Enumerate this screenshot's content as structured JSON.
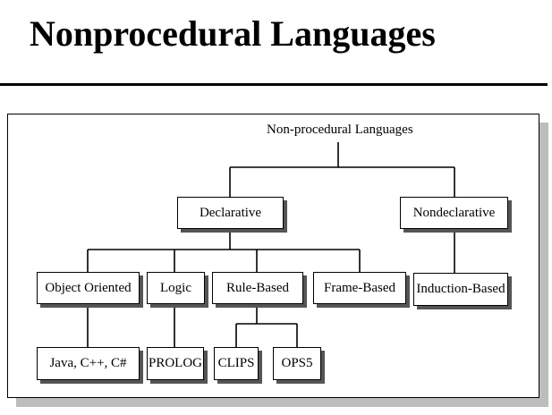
{
  "title": "Nonprocedural Languages",
  "diagram": {
    "root": "Non-procedural Languages",
    "declarative": "Declarative",
    "nondeclarative": "Nondeclarative",
    "object_oriented": "Object Oriented",
    "logic": "Logic",
    "rule_based": "Rule-Based",
    "frame_based": "Frame-Based",
    "induction_based": "Induction-Based",
    "java_cpp_csharp": "Java, C++, C#",
    "prolog": "PROLOG",
    "clips": "CLIPS",
    "ops5": "OPS5"
  }
}
